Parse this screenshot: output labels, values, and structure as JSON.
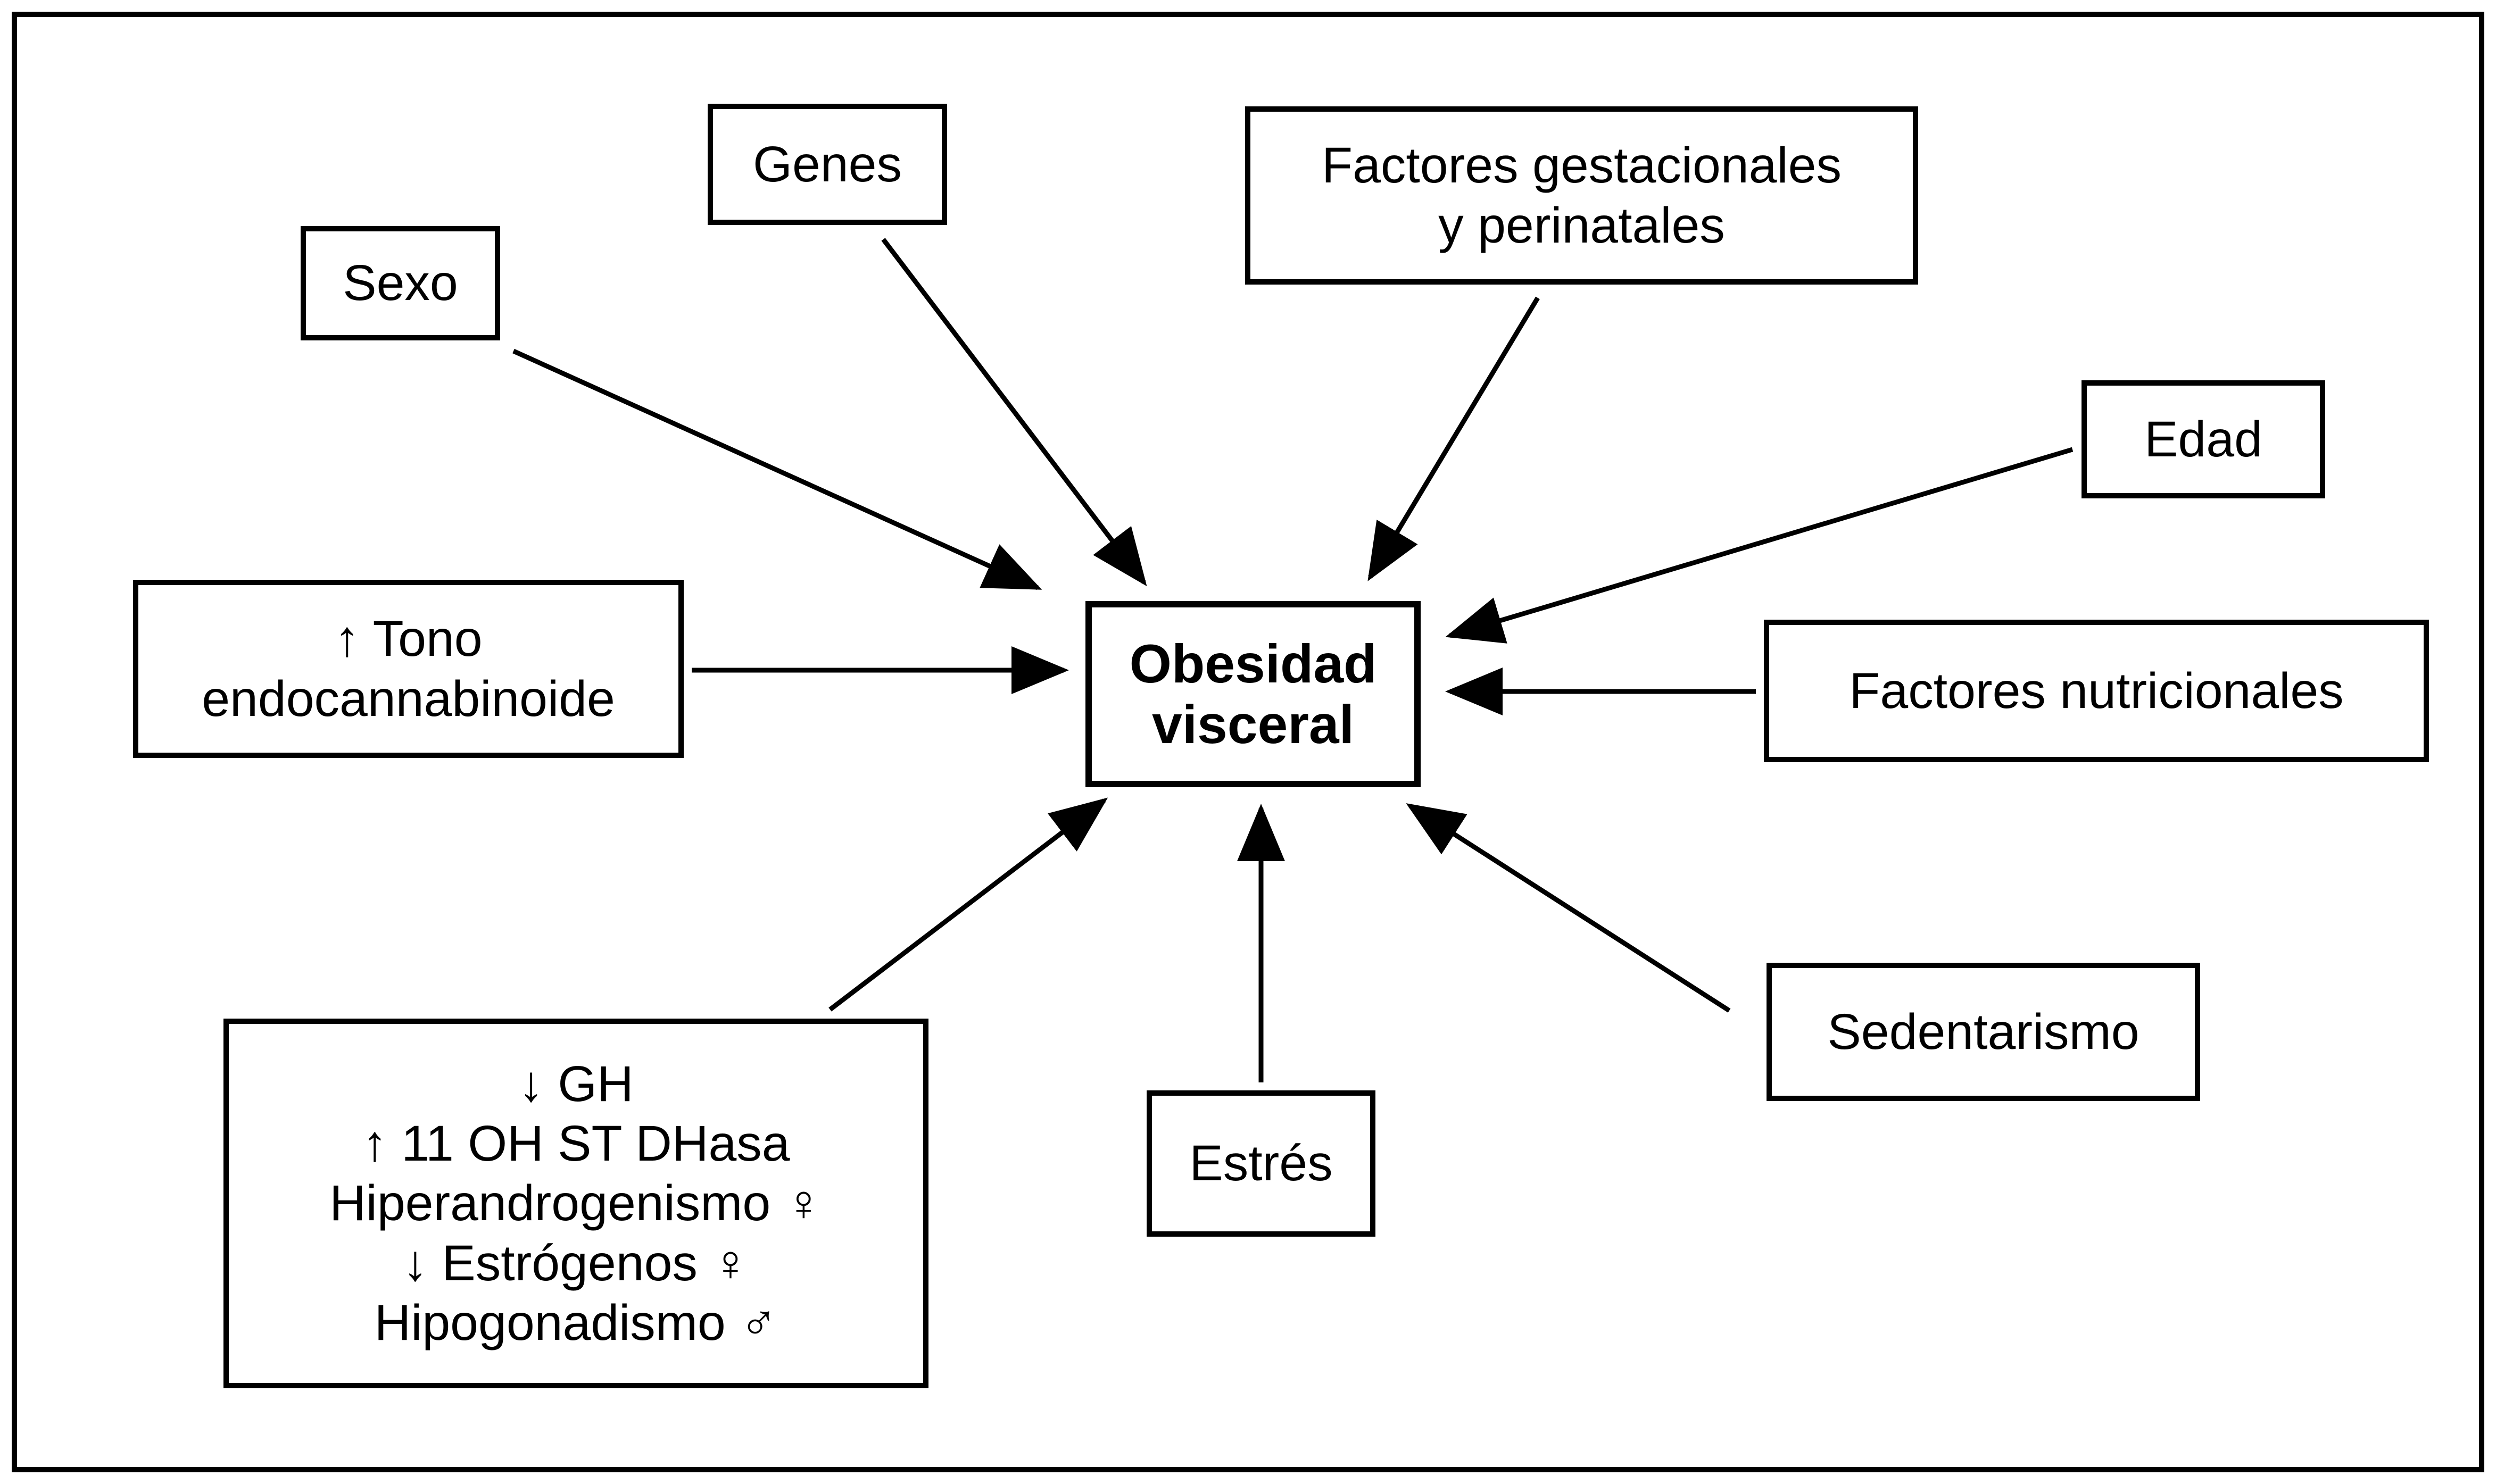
{
  "diagram": {
    "title": "Causal diagram of factors leading to visceral obesity",
    "colors": {
      "ink": "#000000",
      "paper": "#ffffff"
    },
    "center": {
      "label": "Obesidad\nvisceral"
    },
    "factors": {
      "sexo": {
        "label": "Sexo"
      },
      "genes": {
        "label": "Genes"
      },
      "gestacionales": {
        "label": "Factores gestacionales\ny perinatales"
      },
      "edad": {
        "label": "Edad"
      },
      "tono": {
        "label": "↑ Tono\nendocannabinoide"
      },
      "nutricionales": {
        "label": "Factores nutricionales"
      },
      "hormonal": {
        "label": "↓ GH\n↑ 11 OH ST DHasa\nHiperandrogenismo ♀\n↓ Estrógenos ♀\nHipogonadismo ♂"
      },
      "estres": {
        "label": "Estrés"
      },
      "sedentarismo": {
        "label": "Sedentarismo"
      }
    },
    "edges": [
      {
        "from": "sexo",
        "to": "center"
      },
      {
        "from": "genes",
        "to": "center"
      },
      {
        "from": "gestacionales",
        "to": "center"
      },
      {
        "from": "edad",
        "to": "center"
      },
      {
        "from": "nutricionales",
        "to": "center"
      },
      {
        "from": "tono",
        "to": "center"
      },
      {
        "from": "hormonal",
        "to": "center"
      },
      {
        "from": "estres",
        "to": "center"
      },
      {
        "from": "sedentarismo",
        "to": "center"
      }
    ]
  }
}
